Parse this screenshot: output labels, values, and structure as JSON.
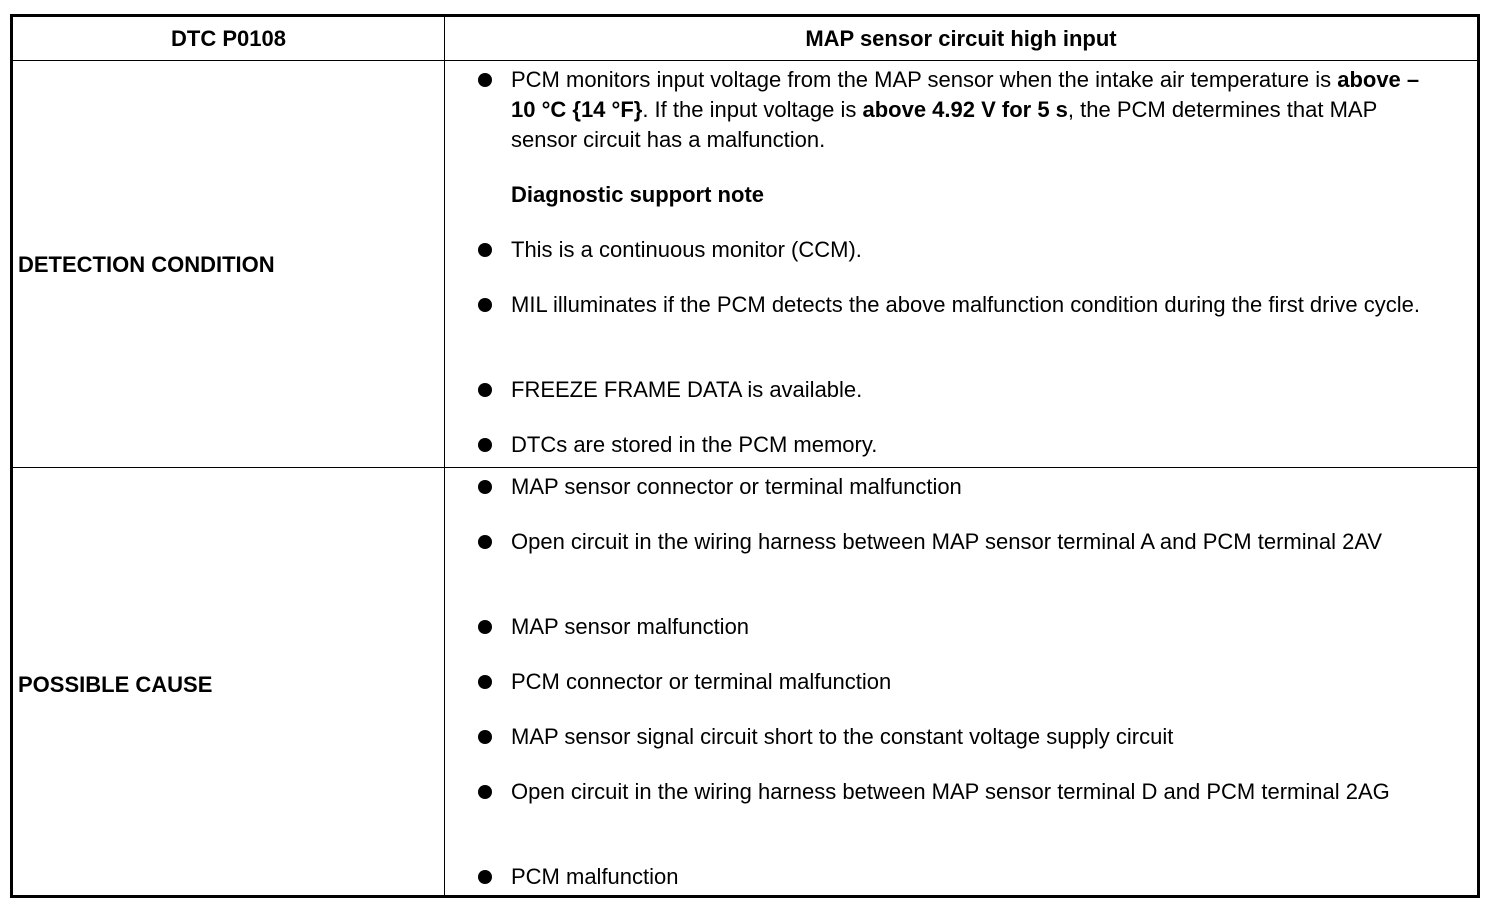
{
  "header": {
    "code": "DTC P0108",
    "description": "MAP sensor circuit high input"
  },
  "detection": {
    "label": "DETECTION CONDITION",
    "main": {
      "t1": "PCM monitors input voltage from the MAP sensor when the intake air temperature is ",
      "b1": "above –10 °C {14 °F}",
      "t2": ". If the input voltage is ",
      "b2": "above 4.92 V for 5 s",
      "t3": ", the PCM determines that MAP sensor circuit has a malfunction."
    },
    "note_heading": "Diagnostic support note",
    "notes": [
      "This is a continuous monitor (CCM).",
      "MIL illuminates if the PCM detects the above malfunction condition during the first drive cycle.",
      "FREEZE FRAME DATA is available.",
      "DTCs are stored in the PCM memory."
    ]
  },
  "cause": {
    "label": "POSSIBLE CAUSE",
    "items": [
      "MAP sensor connector or terminal malfunction",
      "Open circuit in the wiring harness between MAP sensor terminal A and PCM terminal 2AV",
      "MAP sensor malfunction",
      "PCM connector or terminal malfunction",
      "MAP sensor signal circuit short to the constant voltage supply circuit",
      "Open circuit in the wiring harness between MAP sensor terminal D and PCM terminal 2AG",
      "PCM malfunction"
    ]
  }
}
